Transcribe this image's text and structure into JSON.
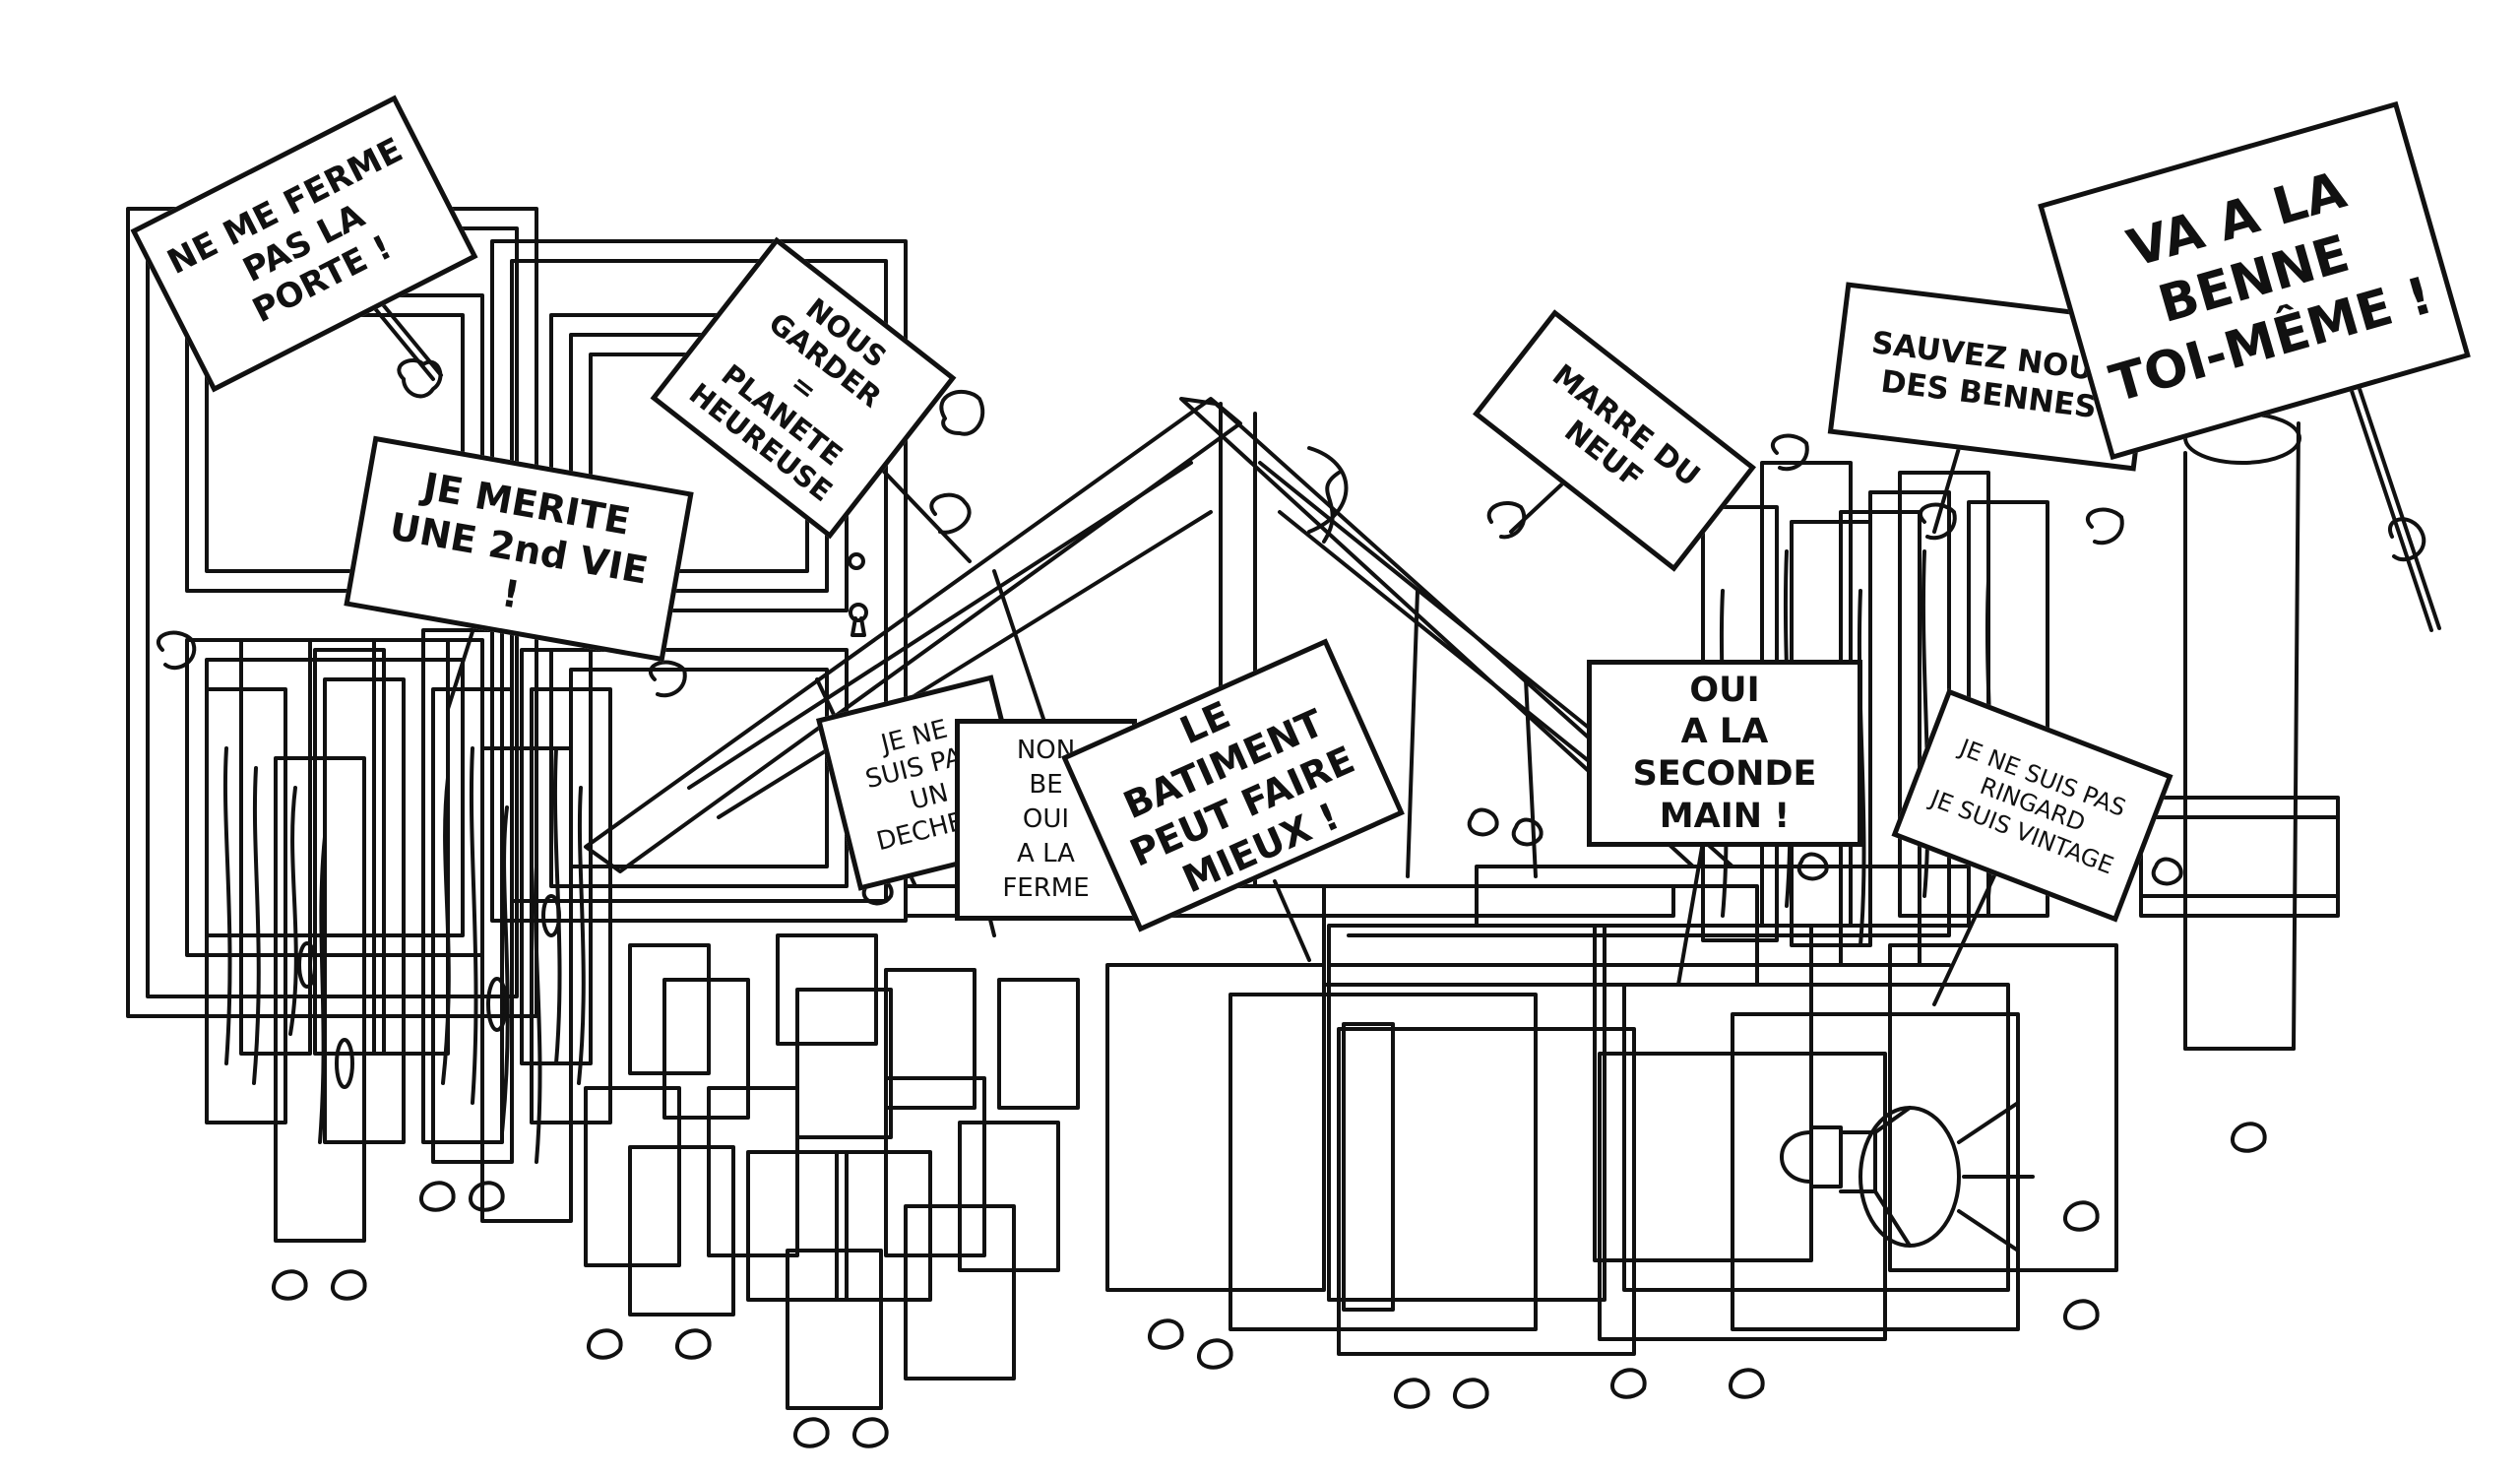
{
  "illustration": {
    "colors": {
      "ink": "#111111",
      "paper": "#ffffff"
    },
    "signs": [
      {
        "id": "ne-me-ferme",
        "text": "NE ME FERME\nPAS LA PORTE !"
      },
      {
        "id": "nous-garder",
        "text": "NOUS\nGARDER\n=\nPLANETE\nHEUREUSE"
      },
      {
        "id": "je-merite",
        "text": "JE MERITE\nUNE 2nd VIE !"
      },
      {
        "id": "marre-du-neuf",
        "text": "MARRE DU NEUF"
      },
      {
        "id": "sauvez-nous",
        "text": "SAUVEZ NOUS\nDES BENNES"
      },
      {
        "id": "va-a-la-benne",
        "text": "VA A LA\nBENNE\nTOI-MÊME !"
      },
      {
        "id": "je-ne-suis-pas-un-dechet",
        "text": "JE NE\nSUIS PAS\nUN\nDECHET !"
      },
      {
        "id": "non-oui-ferme",
        "text": "NON\nBE\nOUI\nA LA FERME"
      },
      {
        "id": "le-batiment",
        "text": "LE BATIMENT\nPEUT FAIRE\nMIEUX !"
      },
      {
        "id": "oui-seconde-main",
        "text": "OUI\nA LA SECONDE\nMAIN !"
      },
      {
        "id": "ringard-vintage",
        "text": "JE NE SUIS PAS\nRINGARD\nJE SUIS VINTAGE"
      }
    ]
  }
}
